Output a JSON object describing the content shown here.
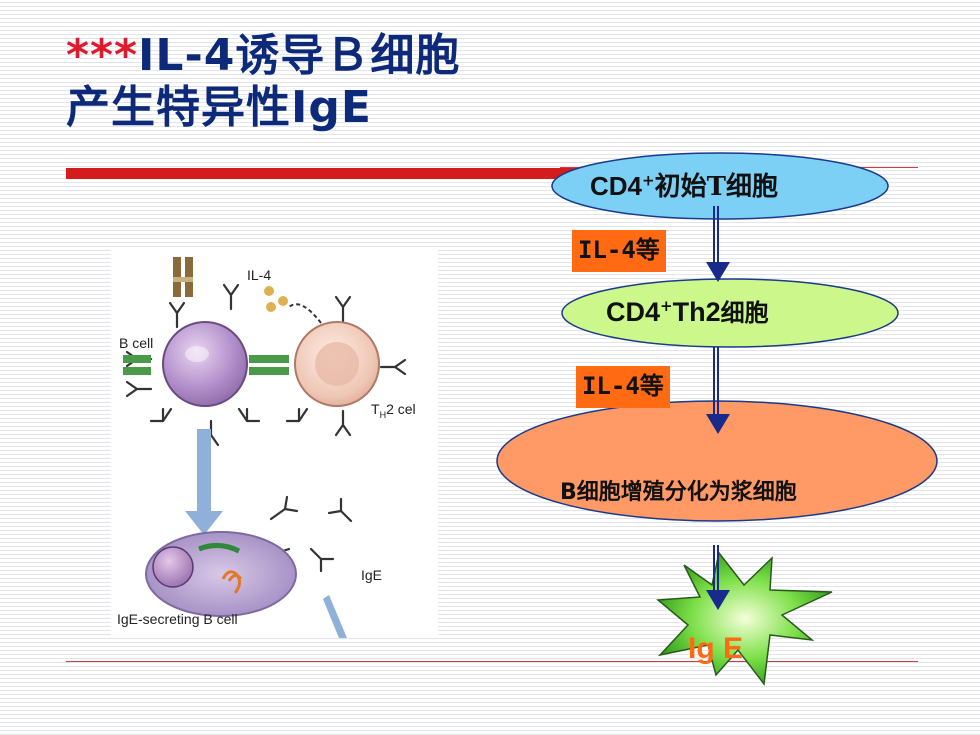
{
  "slide": {
    "title_stars": "***",
    "title_line1_rest": "IL-4诱导Ｂ细胞",
    "title_line2": "产生特异性IgE"
  },
  "figure": {
    "il4": "IL-4",
    "bcell": "B cell",
    "th2": "2 cel",
    "th2_prefix": "T",
    "th2_sub": "H",
    "ige": "IgE",
    "secreting": "IgE-secreting B cell"
  },
  "flow": {
    "node1_main": "CD4",
    "node1_sup": "+",
    "node1_rest": "初始T细胞",
    "label1": "IL-4等",
    "node2_main": "CD4",
    "node2_sup": "+",
    "node2_rest1": "Th2",
    "node2_rest2": "细胞",
    "label2": "IL-4等",
    "node3": "B细胞增殖分化为浆细胞",
    "result": "Ig E"
  },
  "colors": {
    "title": "#0d2a7a",
    "stars": "#e11a2b",
    "node1_fill": "#7ccff5",
    "node2_fill": "#ccf78a",
    "node3_fill": "#ff9966",
    "label_fill": "#ff6a12",
    "arrow": "#1a2a8a",
    "star_green": "#4fcf2a"
  }
}
